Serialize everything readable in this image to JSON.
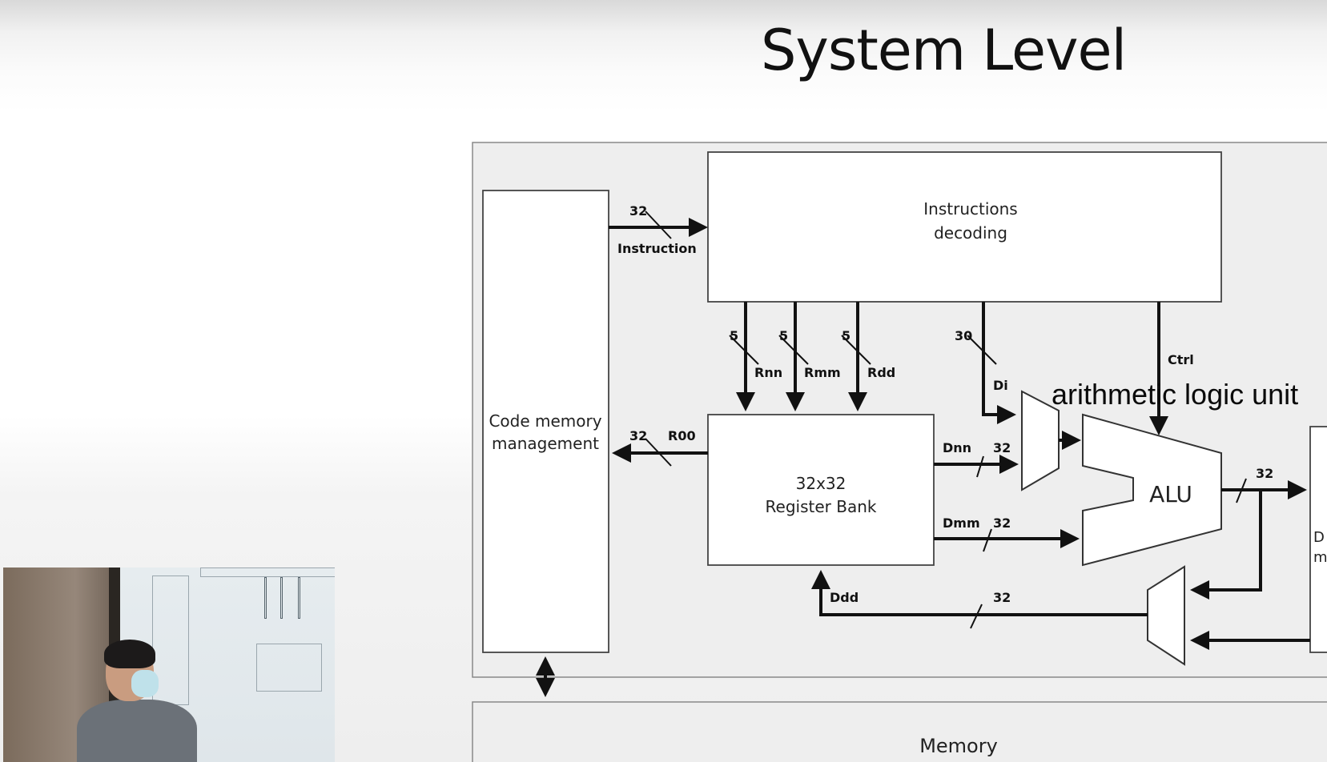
{
  "slide": {
    "title": "System Level"
  },
  "diagram": {
    "blocks": {
      "code_memory_line1": "Code memory",
      "code_memory_line2": "management",
      "instructions_line1": "Instructions",
      "instructions_line2": "decoding",
      "regbank_line1": "32x32",
      "regbank_line2": "Register Bank",
      "alu": "ALU",
      "memory": "Memory",
      "data_mem_line1": "D",
      "data_mem_line2": "m"
    },
    "signals": {
      "instr_width": "32",
      "instr_label": "Instruction",
      "rnn_width": "5",
      "rnn_label": "Rnn",
      "rmm_width": "5",
      "rmm_label": "Rmm",
      "rdd_width": "5",
      "rdd_label": "Rdd",
      "di_width": "30",
      "di_label": "Di",
      "ctrl_label": "Ctrl",
      "r00_width": "32",
      "r00_label": "R00",
      "dnn_label": "Dnn",
      "dnn_width": "32",
      "dmm_label": "Dmm",
      "dmm_width": "32",
      "alu_out_width": "32",
      "ddd_label": "Ddd",
      "ddd_width": "32"
    },
    "annotation": "arithmetic logic unit"
  },
  "webcam": {
    "present": true
  }
}
